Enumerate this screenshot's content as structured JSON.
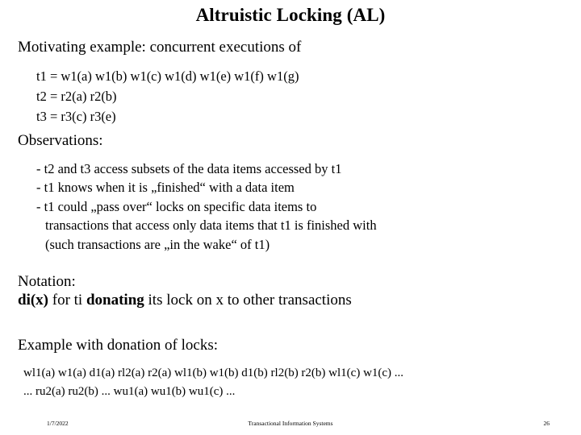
{
  "slide": {
    "title": "Altruistic Locking (AL)",
    "motivating_heading": "Motivating example: concurrent executions of",
    "transactions": [
      "t1 = w1(a) w1(b) w1(c) w1(d) w1(e) w1(f) w1(g)",
      "t2 = r2(a) r2(b)",
      "t3 = r3(c) r3(e)"
    ],
    "observations_heading": "Observations:",
    "observations": [
      "- t2 and t3 access subsets of the data items accessed by t1",
      "- t1 knows when it is „finished“ with a data item",
      "- t1 could „pass over“ locks on specific data items to",
      "transactions that access only data items that t1 is finished with",
      "(such transactions are „in the wake“ of t1)"
    ],
    "notation_heading": "Notation:",
    "notation": {
      "symbol": "di(x)",
      "text_before": " for ti ",
      "emphasis": "donating",
      "text_after": " its lock on x to other transactions"
    },
    "example_heading": "Example with donation of locks:",
    "schedule": [
      "wl1(a) w1(a) d1(a) rl2(a) r2(a) wl1(b) w1(b) d1(b) rl2(b) r2(b) wl1(c) w1(c) ...",
      "... ru2(a) ru2(b) ... wu1(a) wu1(b) wu1(c) ..."
    ]
  },
  "footer": {
    "date": "1/7/2022",
    "center": "Transactional Information Systems",
    "page": "26"
  }
}
